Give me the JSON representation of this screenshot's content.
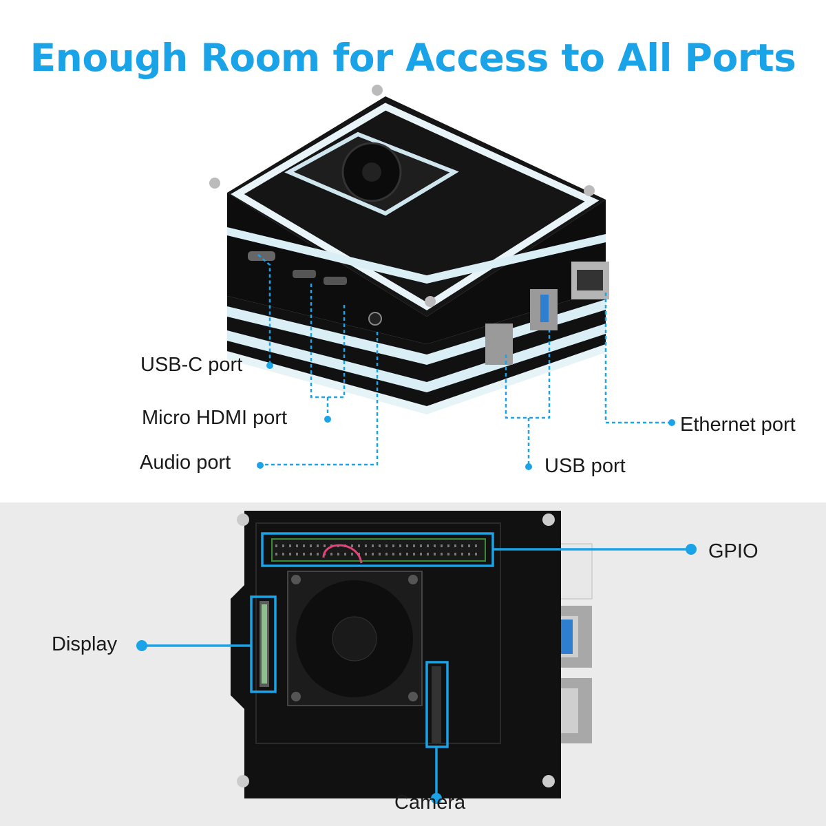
{
  "headline": "Enough Room for Access to All Ports",
  "colors": {
    "accent": "#1ba3e8",
    "case_black": "#111111",
    "acrylic": "#cfe6ee",
    "panel_bg": "#ebebeb"
  },
  "top_labels": {
    "usbc": "USB-C port",
    "hdmi": "Micro HDMI port",
    "audio": "Audio port",
    "usb": "USB port",
    "ethernet": "Ethernet port"
  },
  "bottom_labels": {
    "gpio": "GPIO",
    "display": "Display",
    "camera": "Camera"
  }
}
